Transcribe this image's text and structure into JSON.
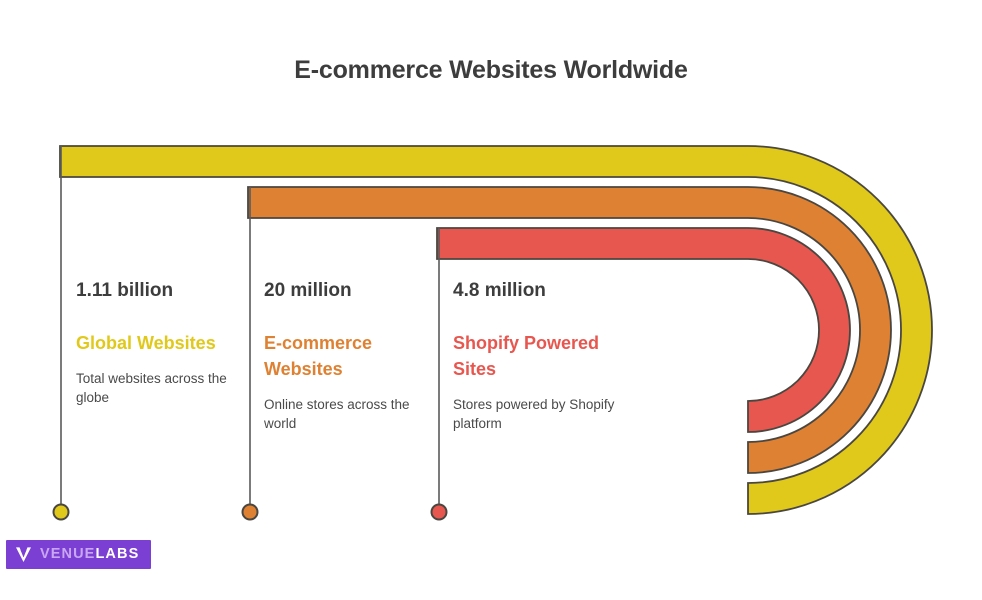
{
  "header": {
    "title": "E-commerce Websites Worldwide"
  },
  "logo": {
    "mark_name": "venuelabs-chevron-v-icon",
    "text_primary": "VENUE",
    "text_secondary": "LABS",
    "background_color": "#7b3fd4",
    "primary_color": "#c9a6f3",
    "secondary_color": "#ffffff"
  },
  "chart_data": {
    "type": "bar",
    "title": "E-commerce Websites Worldwide",
    "subtitle": "",
    "xlabel": "",
    "ylabel": "",
    "orientation": "horizontal-funnel-curved",
    "grid": false,
    "legend_position": "inline-columns",
    "categories": [
      "Global Websites",
      "E-commerce Websites",
      "Shopify Powered Sites"
    ],
    "values": [
      1110000000,
      20000000,
      4800000
    ],
    "value_labels": [
      "1.11 billion",
      "20 million",
      "4.8 million"
    ],
    "colors": [
      "#E0C91A",
      "#DF8132",
      "#E8574F"
    ],
    "stroke_color": "#4a4640",
    "annotations": [
      "Total websites across the globe",
      "Online stores across the world",
      "Stores powered by Shopify platform"
    ]
  },
  "stats": [
    {
      "value": "1.11 billion",
      "label": "Global Websites",
      "description": "Total websites across the globe",
      "color": "#E0C91A",
      "dot_color": "#E0C91A"
    },
    {
      "value": "20 million",
      "label": "E-commerce Websites",
      "description": "Online stores across the world",
      "color": "#DF8132",
      "dot_color": "#DF8132"
    },
    {
      "value": "4.8 million",
      "label": "Shopify Powered Sites",
      "description": "Stores powered by Shopify platform",
      "color": "#E8574F",
      "dot_color": "#E8574F"
    }
  ]
}
